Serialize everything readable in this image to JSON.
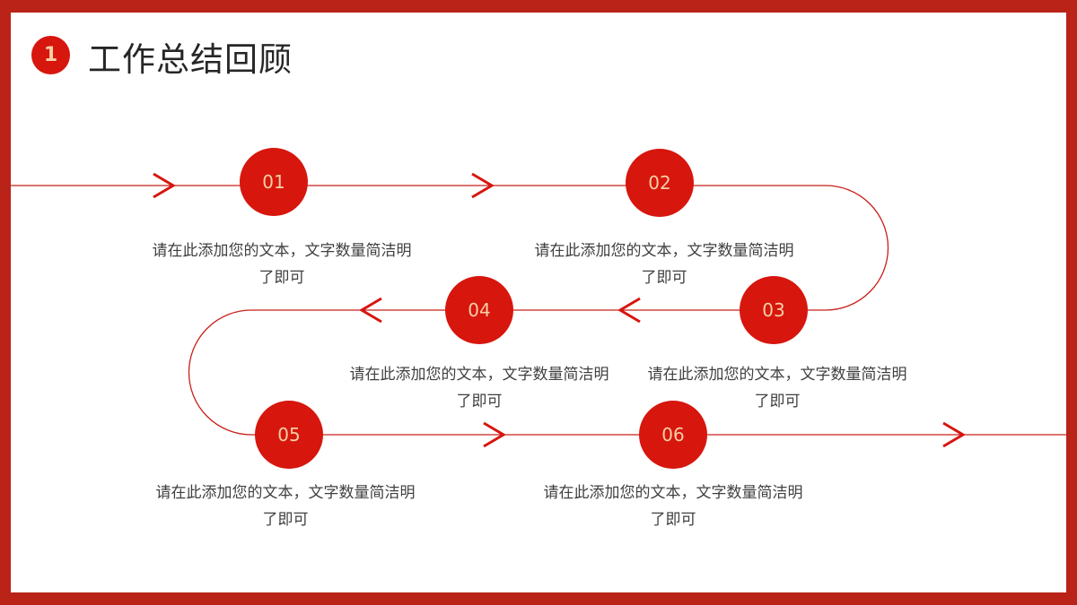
{
  "header": {
    "badge": "1",
    "title": "工作总结回顾"
  },
  "colors": {
    "accent": "#d7160e",
    "frame": "#b92318",
    "number_text": "#f6cfa6"
  },
  "steps": [
    {
      "number": "01",
      "line1": "请在此添加您的文本，文字数量简洁明",
      "line2": "了即可"
    },
    {
      "number": "02",
      "line1": "请在此添加您的文本，文字数量简洁明",
      "line2": "了即可"
    },
    {
      "number": "03",
      "line1": "请在此添加您的文本，文字数量简洁明",
      "line2": "了即可"
    },
    {
      "number": "04",
      "line1": "请在此添加您的文本，文字数量简洁明",
      "line2": "了即可"
    },
    {
      "number": "05",
      "line1": "请在此添加您的文本，文字数量简洁明",
      "line2": "了即可"
    },
    {
      "number": "06",
      "line1": "请在此添加您的文本，文字数量简洁明",
      "line2": "了即可"
    }
  ]
}
